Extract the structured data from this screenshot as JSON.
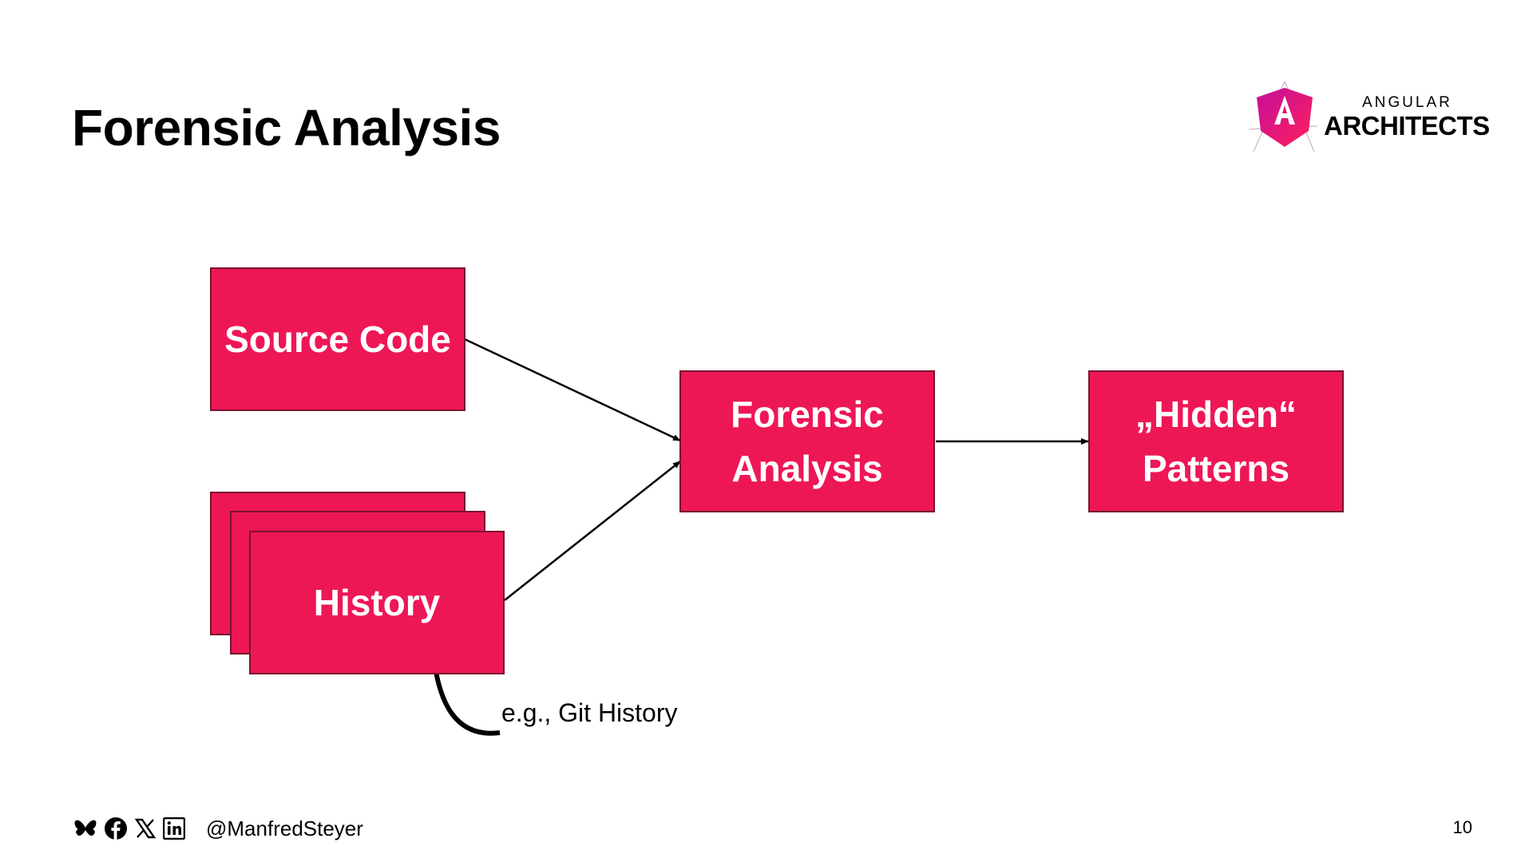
{
  "slide": {
    "title": "Forensic Analysis",
    "page_number": "10"
  },
  "logo": {
    "line1": "ANGULAR",
    "line2": "ARCHITECTS"
  },
  "diagram": {
    "box_color": "#ee1756",
    "boxes": {
      "source_code": "Source Code",
      "history": "History",
      "forensic_analysis": "Forensic Analysis",
      "hidden_patterns": "„Hidden“ Patterns"
    },
    "note": "e.g., Git History"
  },
  "footer": {
    "icons": [
      "bluesky-icon",
      "facebook-icon",
      "x-icon",
      "linkedin-icon"
    ],
    "handle": "@ManfredSteyer"
  }
}
